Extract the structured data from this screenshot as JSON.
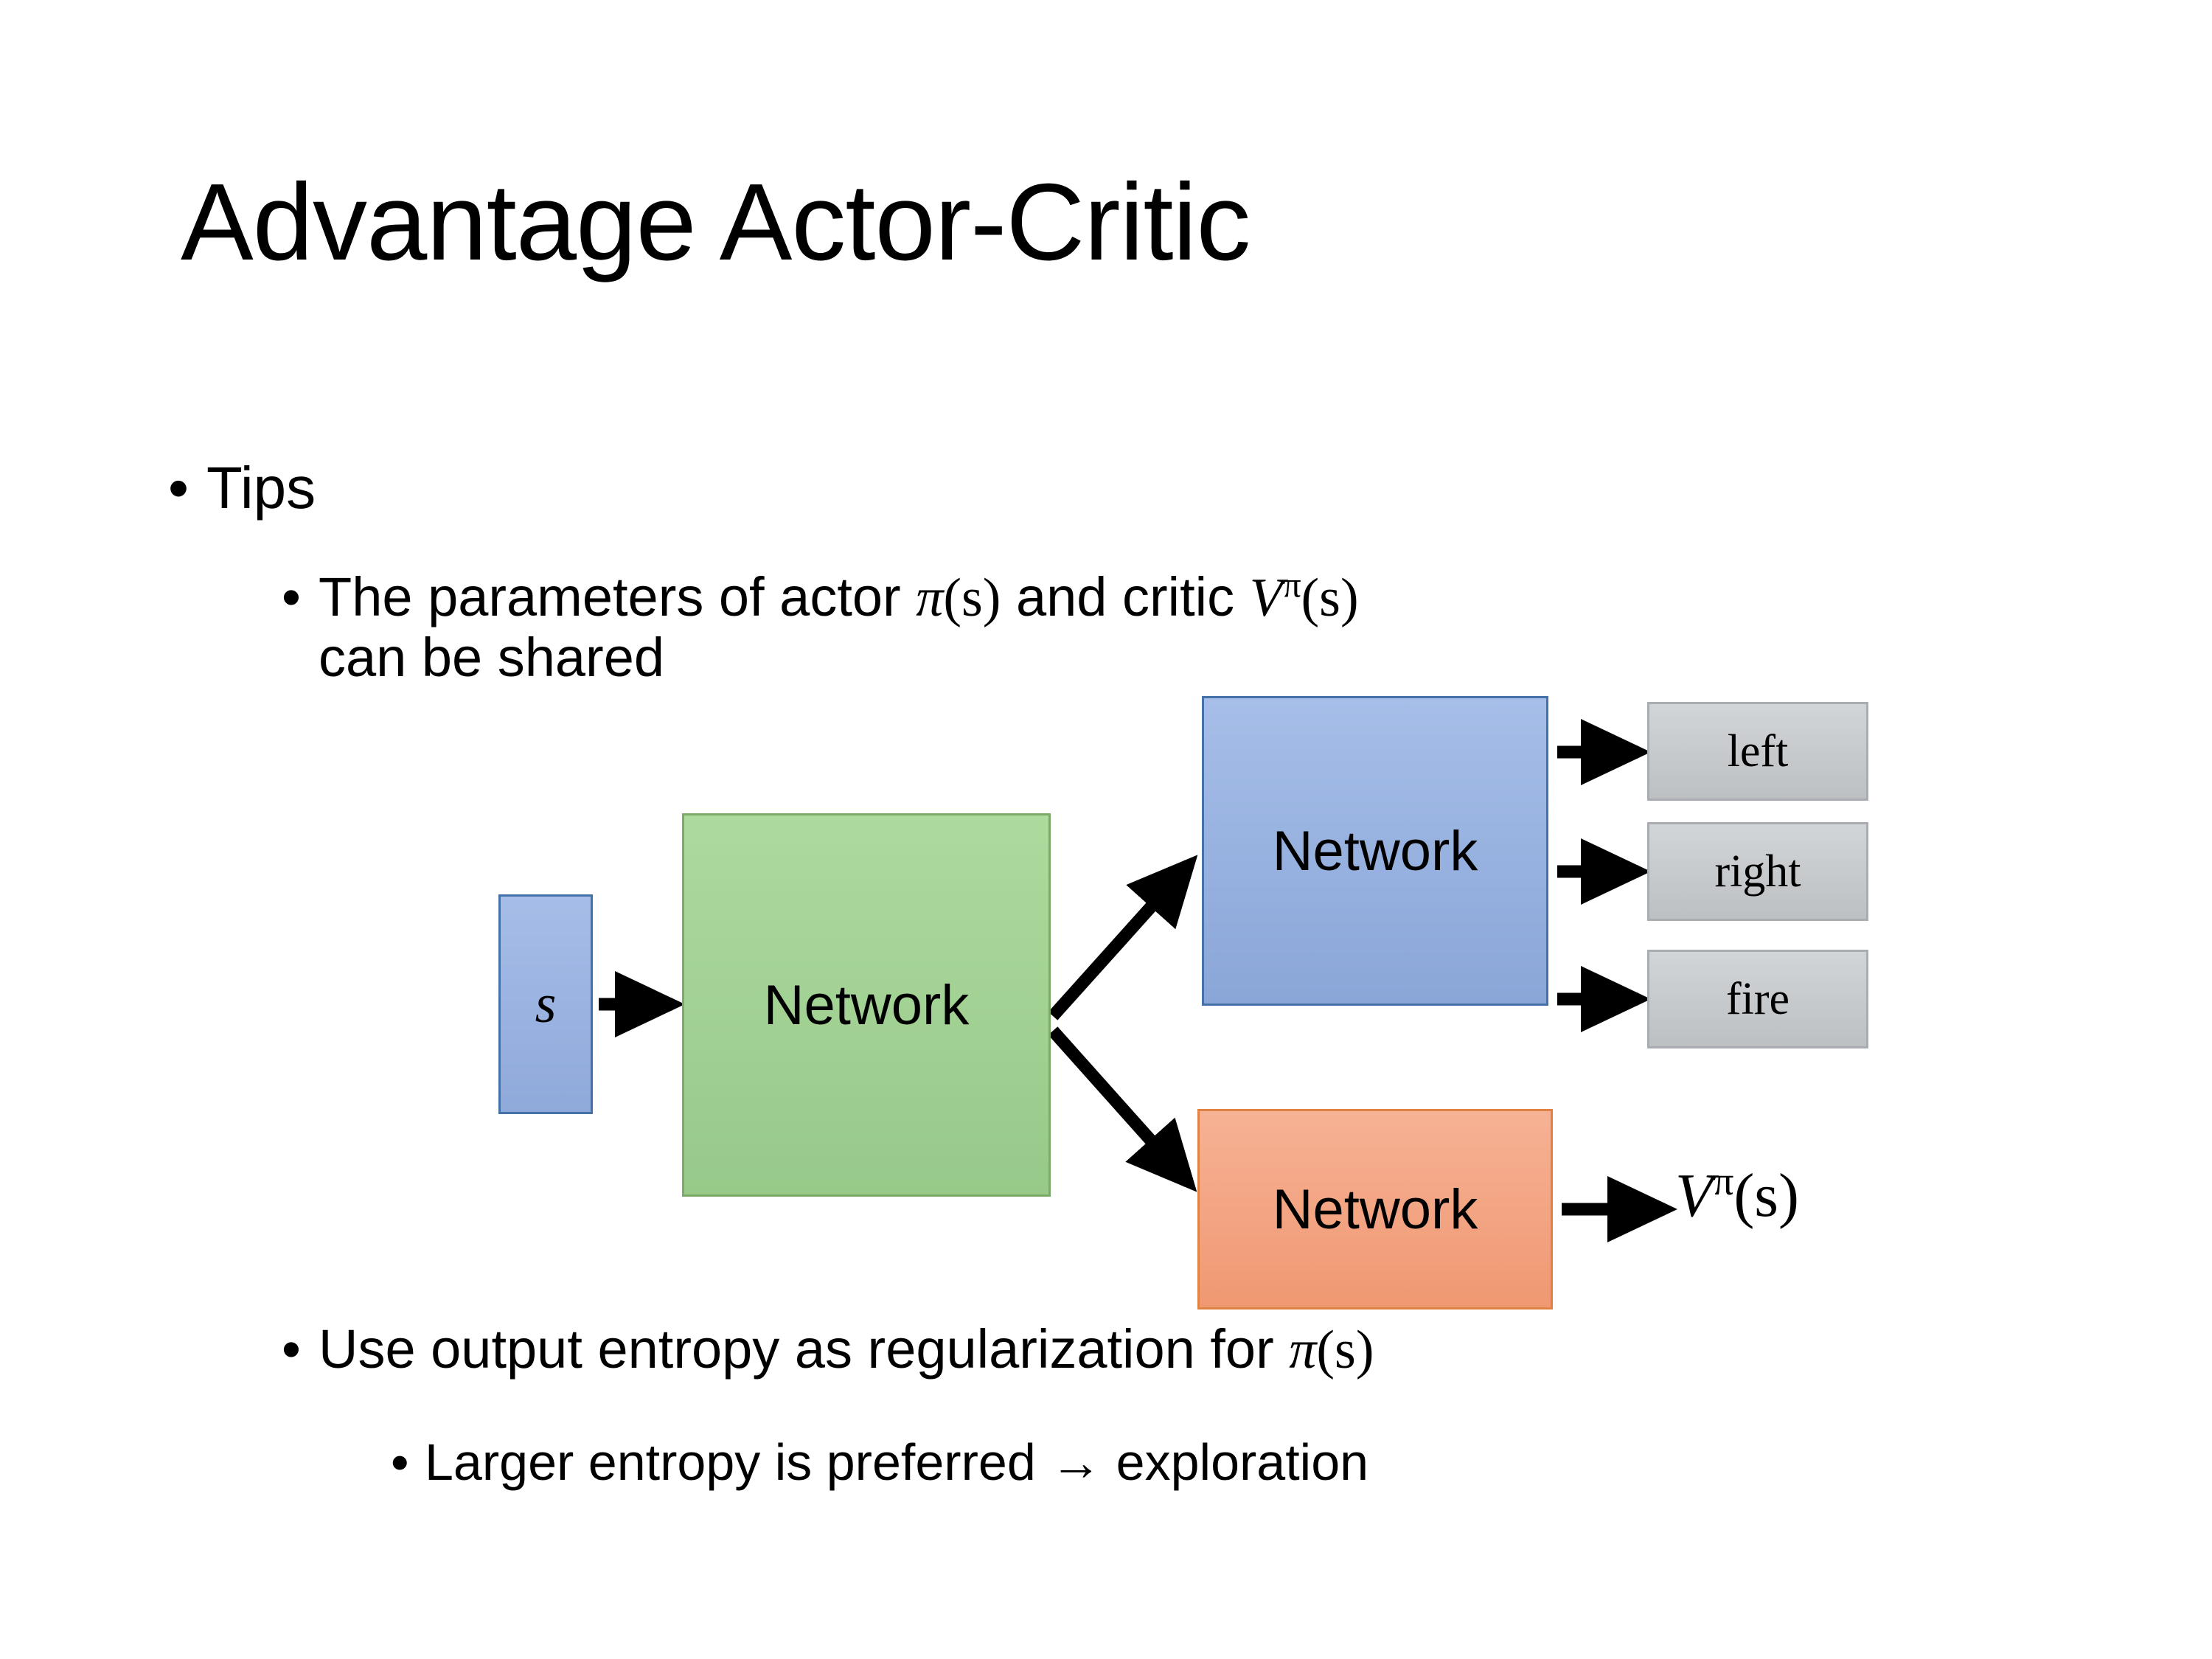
{
  "slide": {
    "title": "Advantage Actor-Critic",
    "background_color": "#ffffff"
  },
  "bullets": {
    "tips": {
      "marker": "•",
      "text": "Tips"
    },
    "parameters": {
      "marker": "•",
      "text_part1": "The parameters of actor ",
      "math_pi": "π",
      "math_pi_args": "(s)",
      "text_part2": "  and critic ",
      "math_v": "V",
      "math_v_sup": "π",
      "math_v_args": "(s)",
      "line2": "can be shared",
      "full_text": "The parameters of actor π(s)  and critic Vπ(s) can be shared"
    },
    "entropy": {
      "marker": "•",
      "text_part1": "Use output entropy as regularization for ",
      "math_pi": "π",
      "math_pi_args": "(s)",
      "full_text": "Use output entropy as regularization for π(s)"
    },
    "larger_entropy": {
      "marker": "•",
      "text": "Larger entropy is preferred → exploration"
    }
  },
  "diagram": {
    "input_node": {
      "label": "s",
      "fill": "#99b3e0",
      "border": "#4472a8"
    },
    "shared_network": {
      "label": "Network",
      "fill": "#a4d394",
      "border": "#7aab68"
    },
    "actor_network": {
      "label": "Network",
      "fill": "#97b1e2",
      "border": "#4472a8"
    },
    "critic_network": {
      "label": "Network",
      "fill": "#f3a484",
      "border": "#df8244"
    },
    "actions": [
      {
        "label": "left",
        "fill": "#c7cacd",
        "border": "#a9adb1"
      },
      {
        "label": "right",
        "fill": "#c7cacd",
        "border": "#a9adb1"
      },
      {
        "label": "fire",
        "fill": "#c7cacd",
        "border": "#a9adb1"
      }
    ],
    "critic_output": {
      "math_v": "V",
      "math_v_sup": "π",
      "math_v_args": "(s)",
      "full_text": "Vπ(s)"
    },
    "arrow_color": "#000000",
    "arrows": [
      {
        "name": "s-to-shared",
        "from": "input_node",
        "to": "shared_network"
      },
      {
        "name": "shared-to-actor",
        "from": "shared_network",
        "to": "actor_network"
      },
      {
        "name": "shared-to-critic",
        "from": "shared_network",
        "to": "critic_network"
      },
      {
        "name": "actor-to-left",
        "from": "actor_network",
        "to": "left"
      },
      {
        "name": "actor-to-right",
        "from": "actor_network",
        "to": "right"
      },
      {
        "name": "actor-to-fire",
        "from": "actor_network",
        "to": "fire"
      },
      {
        "name": "critic-to-value",
        "from": "critic_network",
        "to": "critic_output"
      }
    ]
  }
}
